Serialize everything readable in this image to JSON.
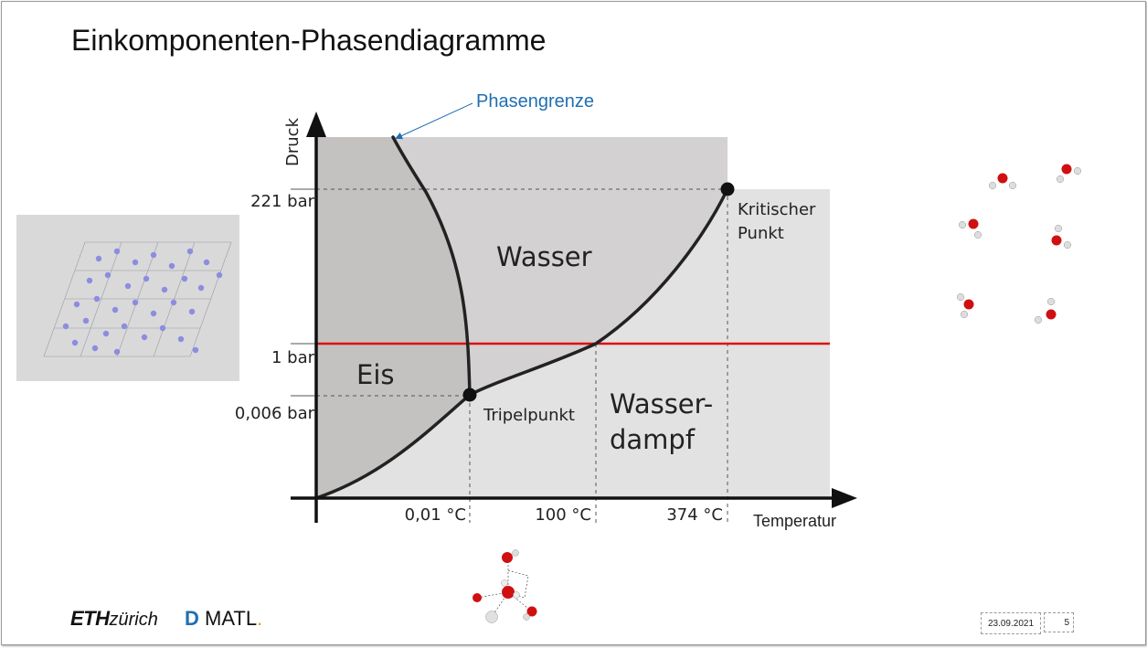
{
  "slide": {
    "title": "Einkomponenten-Phasendiagramme",
    "date": "23.09.2021",
    "page_number": "5"
  },
  "diagram": {
    "y_axis_label": "Druck",
    "x_axis_label": "Temperatur",
    "pressure_ticks": [
      "221 bar",
      "1 bar",
      "0,006 bar"
    ],
    "temperature_ticks": [
      "0,01 °C",
      "100 °C",
      "374 °C"
    ],
    "regions": {
      "ice": "Eis",
      "water": "Wasser",
      "vapor_line1": "Wasser-",
      "vapor_line2": "dampf"
    },
    "points": {
      "critical_line1": "Kritischer",
      "critical_line2": "Punkt",
      "triple": "Tripelpunkt"
    },
    "phase_boundary_label": "Phasengrenze",
    "colors": {
      "ice_region": "#c4c1c1",
      "water_region": "#d3d1d1",
      "vapor_region": "#e2e2e2",
      "curve": "#222222",
      "isobar_1bar": "#e01010",
      "annotation": "#1f6fb2"
    }
  },
  "logos": {
    "eth_bold": "ETH",
    "eth_light": "zürich",
    "matl_d": "D",
    "matl_text": "MATL",
    "matl_dot": "."
  }
}
